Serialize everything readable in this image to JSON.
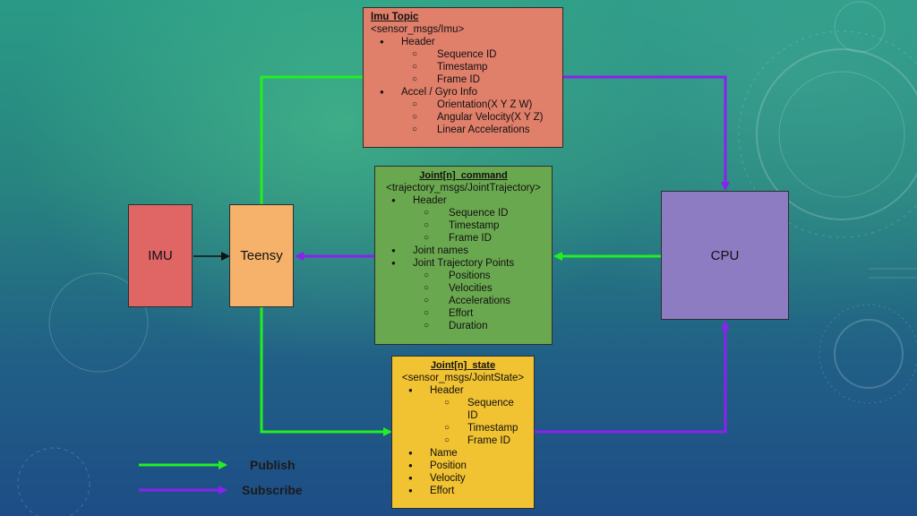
{
  "colors": {
    "publish": "#22ee22",
    "subscribe": "#8a22ee",
    "imu": "#e06666",
    "teensy": "#f6b26b",
    "cpu": "#8e7cc3",
    "imu_topic": "#e07f6a",
    "joint_command": "#6aa84f",
    "joint_state": "#f1c232"
  },
  "nodes": {
    "imu": "IMU",
    "teensy": "Teensy",
    "cpu": "CPU"
  },
  "imu_topic": {
    "title": "Imu Topic",
    "type": "<sensor_msgs/Imu>",
    "header": "Header",
    "header_items": [
      "Sequence ID",
      "Timestamp",
      "Frame ID"
    ],
    "info": "Accel / Gyro Info",
    "info_items": [
      "Orientation(X Y Z W)",
      "Angular Velocity(X Y Z)",
      "Linear Accelerations"
    ]
  },
  "joint_command": {
    "title": "Joint[n]_command",
    "type": "<trajectory_msgs/JointTrajectory>",
    "header": "Header",
    "header_items": [
      "Sequence ID",
      "Timestamp",
      "Frame ID"
    ],
    "joint_names": "Joint names",
    "points": "Joint Trajectory Points",
    "point_items": [
      "Positions",
      "Velocities",
      "Accelerations",
      "Effort",
      "Duration"
    ]
  },
  "joint_state": {
    "title": "Joint[n]_state",
    "type": "<sensor_msgs/JointState>",
    "header": "Header",
    "header_items": [
      "Sequence ID",
      "Timestamp",
      "Frame ID"
    ],
    "fields": [
      "Name",
      "Position",
      "Velocity",
      "Effort"
    ]
  },
  "legend": {
    "publish": "Publish",
    "subscribe": "Subscribe"
  }
}
